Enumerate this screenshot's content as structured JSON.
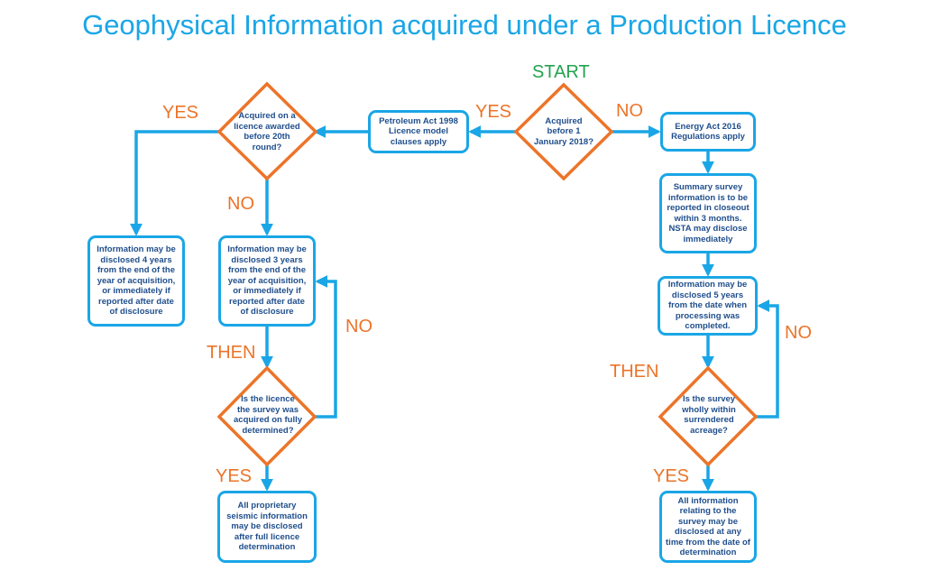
{
  "title": "Geophysical Information acquired under a Production Licence",
  "colors": {
    "title": "#1aa6e6",
    "connector": "#1aa6e6",
    "decision_border": "#ec7429",
    "label": "#ec7429",
    "start": "#23a34f",
    "text": "#1f4e8c"
  },
  "labels": {
    "start": "START",
    "yes_top_mid": "YES",
    "no_top_right": "NO",
    "yes_top_left": "YES",
    "no_left": "NO",
    "then_left": "THEN",
    "no_loop_left": "NO",
    "yes_bottom_left": "YES",
    "then_right": "THEN",
    "no_loop_right": "NO",
    "yes_bottom_right": "YES"
  },
  "decisions": {
    "start": "Acquired before 1 January 2018?",
    "round": "Acquired on a licence awarded before 20th round?",
    "determined": "Is the licence the survey was acquired on fully determined?",
    "surrendered": "Is the survey wholly within surrendered acreage?"
  },
  "boxes": {
    "petroleum_act": "Petroleum Act 1998 Licence model clauses apply",
    "energy_act": "Energy Act 2016 Regulations apply",
    "summary_survey": "Summary survey information is to be reported in closeout within 3 months. NSTA may disclose immediately",
    "four_years": "Information may be disclosed 4 years from the end of the year of acquisition, or immediately if reported after date of disclosure",
    "three_years": "Information may be disclosed 3 years from the end of the year of acquisition, or immediately if reported after date of disclosure",
    "five_years": "Information may be disclosed 5 years from the date when processing was completed.",
    "proprietary_seismic": "All proprietary seismic information may be disclosed after full licence determination",
    "all_information": "All information relating to the survey may be disclosed at any time from the date of determination"
  }
}
